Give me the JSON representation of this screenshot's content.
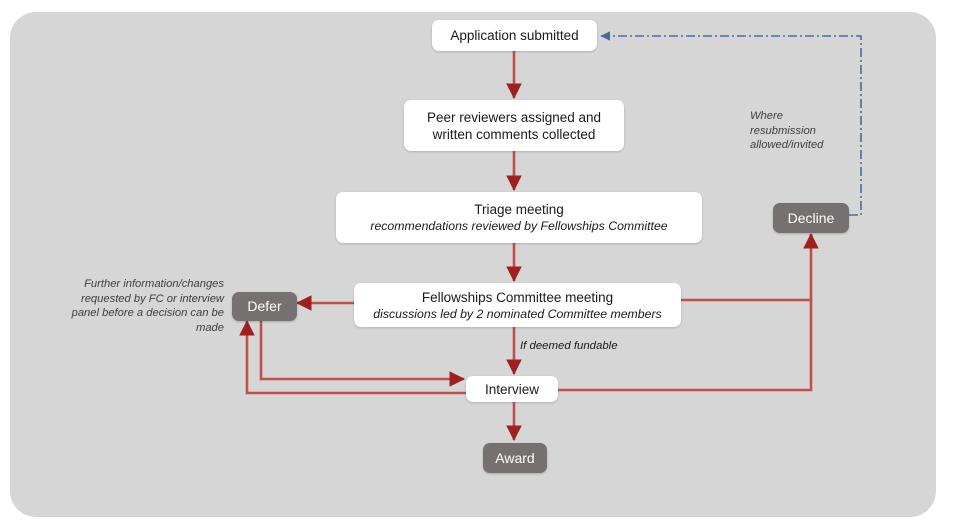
{
  "diagram": {
    "title_visible": false,
    "panel_color": "#d6d6d6",
    "flow_color": "#c00000",
    "resubmit_color": "#4a6b9a",
    "nodes": {
      "application": {
        "label": "Application submitted",
        "type": "white"
      },
      "peer_review": {
        "line1": "Peer reviewers assigned and",
        "line2": "written comments collected",
        "type": "white"
      },
      "triage": {
        "title": "Triage meeting",
        "sub": "recommendations reviewed by Fellowships Committee",
        "type": "white"
      },
      "fc_meeting": {
        "title": "Fellowships Committee meeting",
        "sub": "discussions led by 2 nominated Committee members",
        "type": "white"
      },
      "defer": {
        "label": "Defer",
        "type": "gray"
      },
      "decline": {
        "label": "Decline",
        "type": "gray"
      },
      "interview": {
        "label": "Interview",
        "type": "white"
      },
      "award": {
        "label": "Award",
        "type": "gray"
      }
    },
    "annotations": {
      "defer_note_line1": "Further information/changes",
      "defer_note_line2": "requested by FC or interview",
      "defer_note_line3": "panel before a decision can be",
      "defer_note_line4": "made",
      "resubmission_note_line1": "Where",
      "resubmission_note_line2": "resubmission",
      "resubmission_note_line3": "allowed/invited",
      "fundable_label": "If deemed fundable"
    }
  }
}
